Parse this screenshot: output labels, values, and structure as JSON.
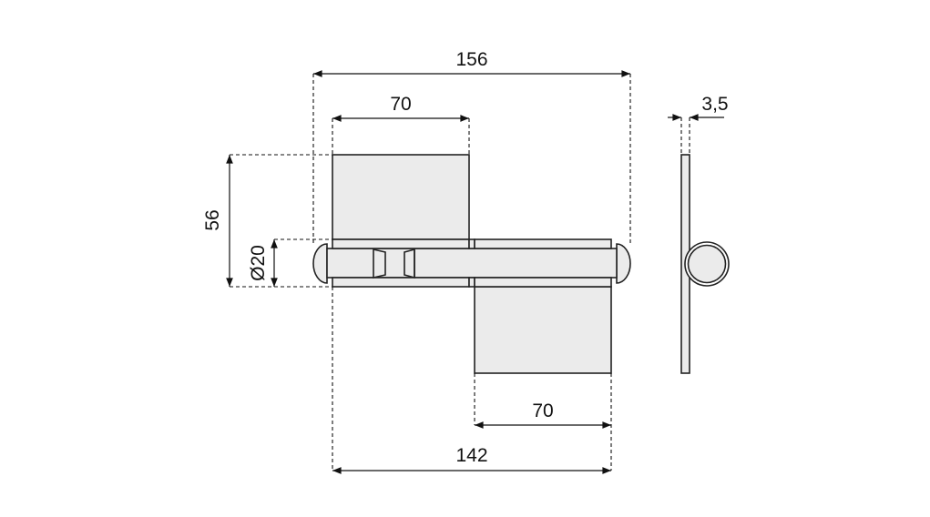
{
  "dimensions": {
    "overall_width": "156",
    "top_leaf_width": "70",
    "height": "56",
    "knuckle_diameter": "Ø20",
    "bottom_leaf_width": "70",
    "leaf_span": "142",
    "thickness": "3,5"
  },
  "colors": {
    "part_fill": "#ebebeb",
    "line": "#222222"
  }
}
